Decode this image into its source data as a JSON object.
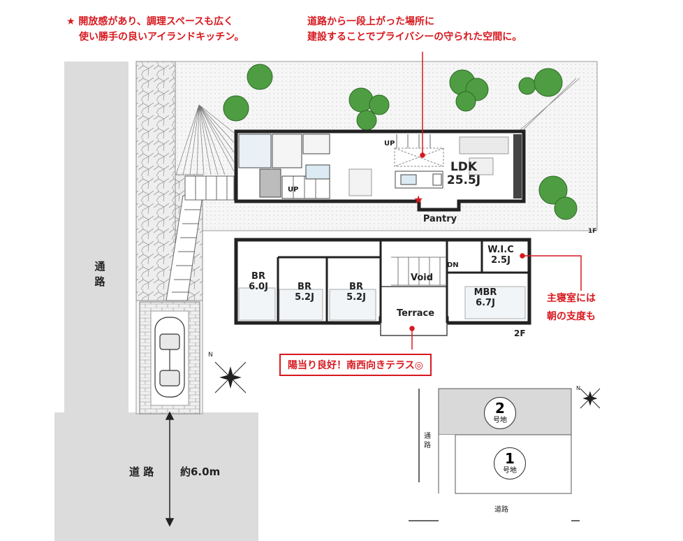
{
  "notes": {
    "kitchen_line1": "★ 開放感があり、調理スペースも広く",
    "kitchen_line2": "使い勝手の良いアイランドキッチン。",
    "elevated_line1": "道路から一段上がった場所に",
    "elevated_line2": "建設することでプライバシーの守られた空間に。",
    "master_line1": "主寝室には",
    "master_line2": "朝の支度も",
    "terrace_callout": "陽当り良好！南西向きテラス◎"
  },
  "floor1": {
    "ldk_label": "LDK",
    "ldk_size": "25.5J",
    "pantry_label": "Pantry",
    "up_label_1": "UP",
    "up_label_2": "UP",
    "floor_label": "1F"
  },
  "floor2": {
    "rooms": [
      {
        "name": "BR",
        "size": "6.0J"
      },
      {
        "name": "BR",
        "size": "5.2J"
      },
      {
        "name": "BR",
        "size": "5.2J"
      },
      {
        "name": "MBR",
        "size": "6.7J"
      },
      {
        "name": "W.I.C",
        "size": "2.5J"
      }
    ],
    "void_label": "Void",
    "dn_label": "DN",
    "terrace_label": "Terrace",
    "floor_label": "2F"
  },
  "site": {
    "side_road_label": "通路",
    "front_road_label": "道 路",
    "front_road_width": "約6.0m"
  },
  "keymap": {
    "plot2_number": "2",
    "plot2_suffix": "号地",
    "plot1_number": "1",
    "plot1_suffix": "号地",
    "side_road": "通路",
    "bottom_road": "道路"
  },
  "colors": {
    "accent_red": "#d7191f",
    "road_gray": "#d9d9d9",
    "site_hatch": "#f2f2f2",
    "tree_green": "#3f9a3a"
  }
}
